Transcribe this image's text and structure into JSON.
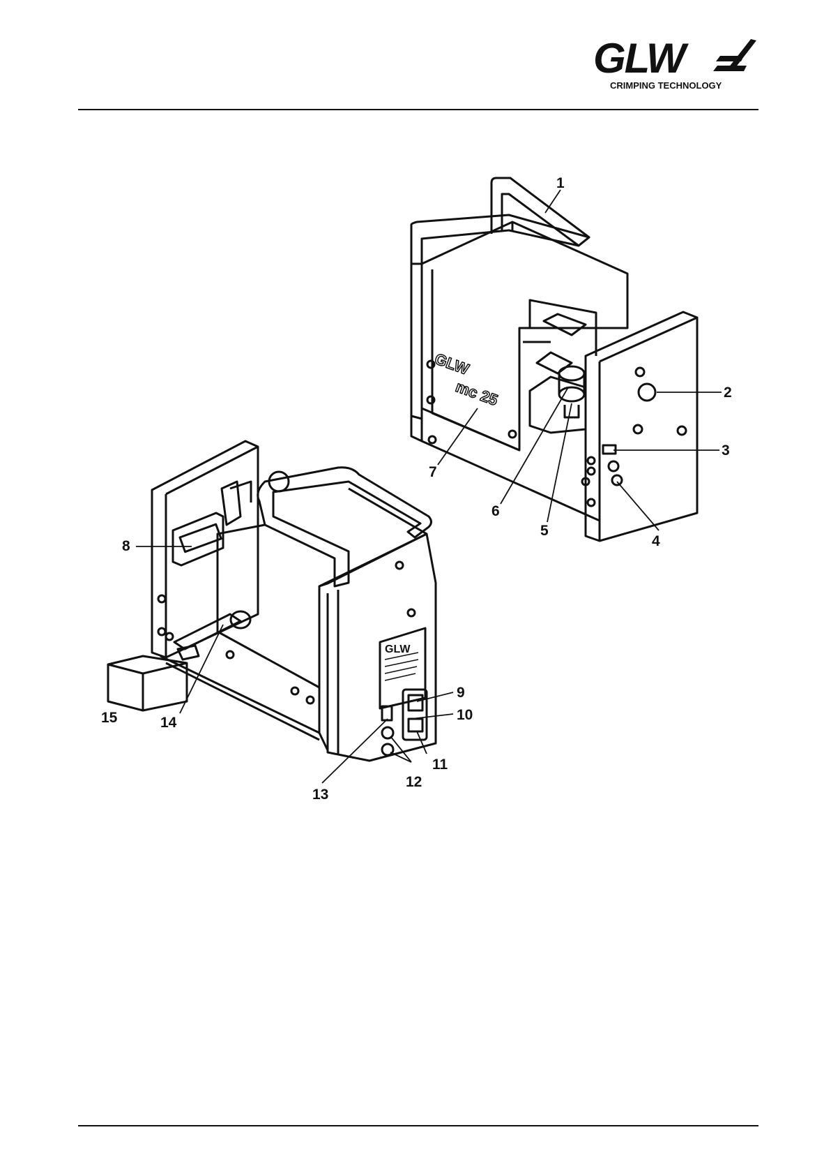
{
  "header": {
    "logo_wordmark": "GLW",
    "logo_tagline": "CRIMPING TECHNOLOGY"
  },
  "figure": {
    "machine_front_label": "GLW",
    "machine_model_label": "mc 25",
    "rear_plate_label": "GLW",
    "callouts": [
      "1",
      "2",
      "3",
      "4",
      "5",
      "6",
      "7",
      "8",
      "9",
      "10",
      "11",
      "12",
      "13",
      "14",
      "15"
    ]
  }
}
